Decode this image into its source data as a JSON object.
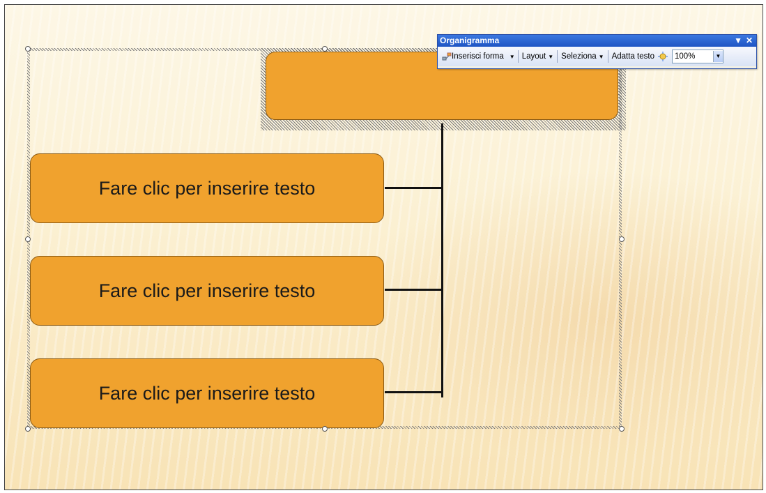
{
  "toolbar": {
    "title": "Organigramma",
    "insert_shape": "Inserisci forma",
    "layout": "Layout",
    "select": "Seleziona",
    "fit_text": "Adatta testo",
    "zoom": "100%"
  },
  "org_chart": {
    "root_text": "",
    "children": [
      "Fare clic per inserire testo",
      "Fare clic per inserire testo",
      "Fare clic per inserire testo"
    ]
  },
  "colors": {
    "box_fill": "#f0a22e",
    "toolbar_title": "#2a5fd0"
  }
}
